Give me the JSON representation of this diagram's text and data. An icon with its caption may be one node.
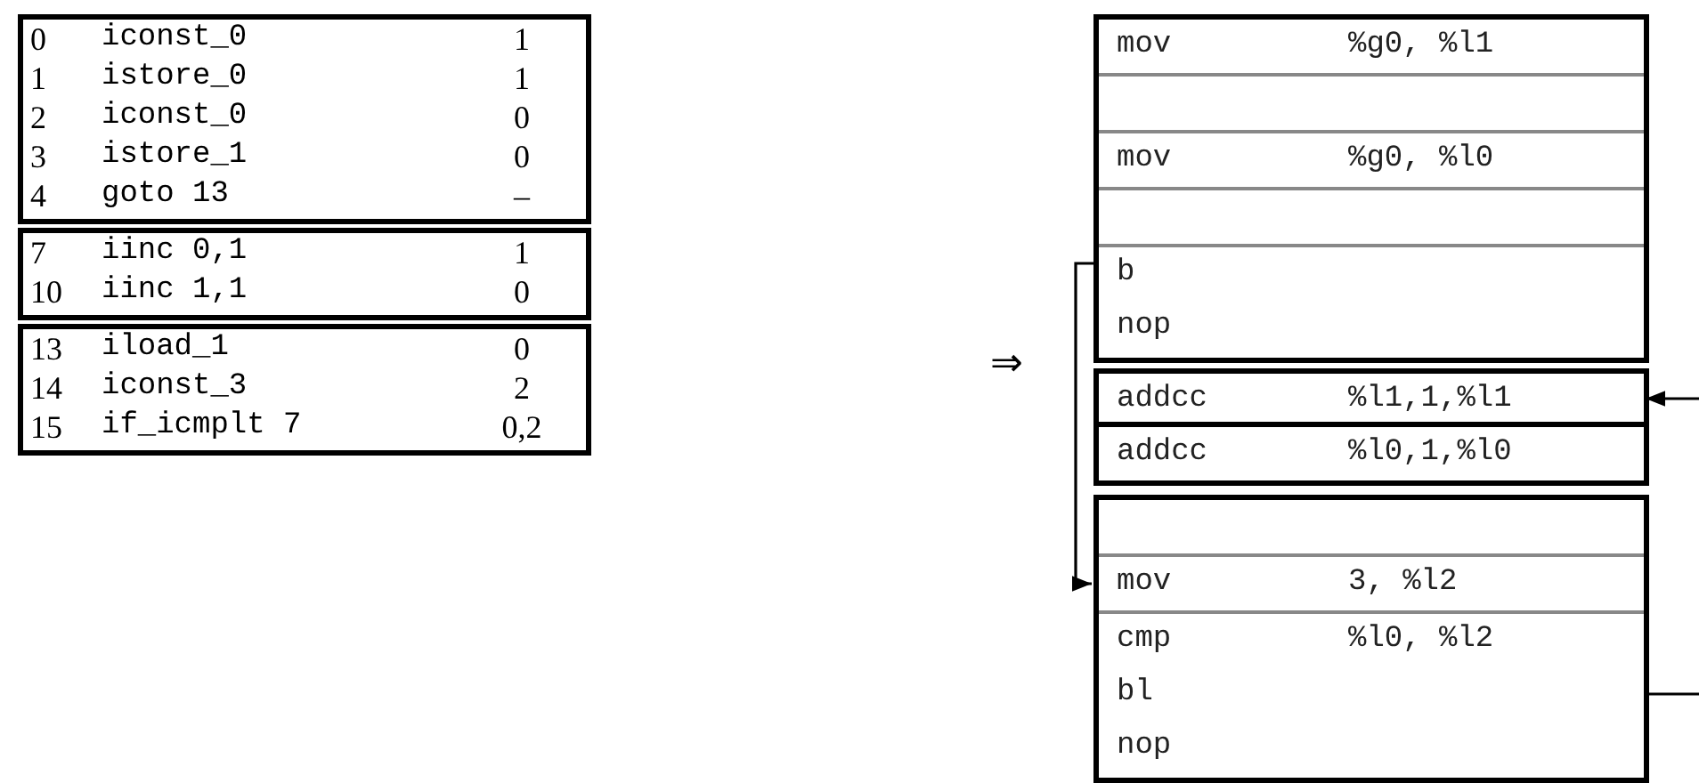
{
  "diagram": {
    "nodes": [
      {
        "text": [
          "0",
          "iconst_0",
          "1",
          "1",
          "istore_0",
          "1",
          "2",
          "iconst_0",
          "0",
          "3",
          "istore_1",
          "0",
          "4",
          "goto 13",
          "–"
        ]
      },
      {
        "text": [
          "7",
          "iinc 0,1",
          "1",
          "10",
          "iinc 1,1",
          "0"
        ]
      },
      {
        "text": [
          "13",
          "iload_1",
          "0",
          "14",
          "iconst_3",
          "2",
          "15",
          "if_icmplt 7",
          "0,2"
        ]
      },
      {
        "text": [],
        "shape": "box"
      },
      {
        "text": [
          "mov",
          "%g0, %l1"
        ],
        "in": 3
      },
      {
        "text": [],
        "shape": "box",
        "in": 3
      },
      {
        "text": [
          "mov",
          "%g0, %l0"
        ],
        "in": 3
      },
      {
        "text": [],
        "shape": "box",
        "in": 3
      },
      {
        "text": [
          "b",
          "nop"
        ],
        "in": 3
      },
      {
        "text": [],
        "shape": "box"
      },
      {
        "text": [
          "addcc",
          "%l1,1,%l1"
        ],
        "in": 9
      },
      {
        "text": [
          "addcc",
          "%l0,1,%l0"
        ],
        "in": 9
      },
      {
        "text": [],
        "shape": "box"
      },
      {
        "text": [],
        "shape": "box",
        "in": 12
      },
      {
        "text": [
          "mov",
          "3, %l2"
        ],
        "in": 12
      },
      {
        "text": [
          "cmp",
          "%l0, %l2",
          "bl",
          "nop"
        ],
        "in": 12
      }
    ],
    "edges": [
      {
        "from": 8,
        "to": 14,
        "arrow": "to"
      },
      {
        "from": 15,
        "to": null,
        "arrow": "none"
      },
      {
        "from": null,
        "to": 10,
        "arrow": "to"
      }
    ],
    "labels": [
      "⇒"
    ]
  }
}
